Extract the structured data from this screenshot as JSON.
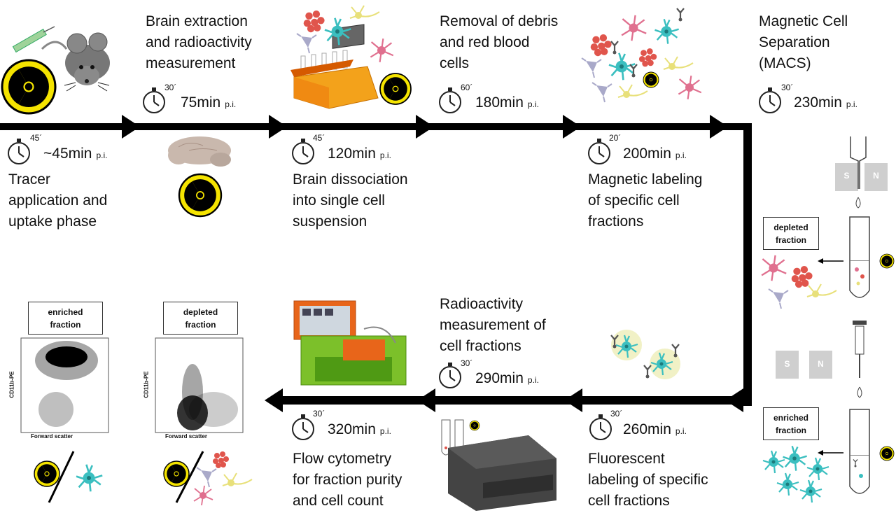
{
  "steps": {
    "tracer": {
      "time": "~45min",
      "suffix": "p.i.",
      "clock": "45´",
      "lines": [
        "Tracer",
        "application and",
        "uptake phase"
      ]
    },
    "brain_extraction": {
      "time": "75min",
      "suffix": "p.i.",
      "clock": "30´",
      "lines": [
        "Brain extraction",
        "and radioactivity",
        "measurement"
      ]
    },
    "dissociation": {
      "time": "120min",
      "suffix": "p.i.",
      "clock": "45´",
      "lines": [
        "Brain dissociation",
        "into single cell",
        "suspension"
      ]
    },
    "debris": {
      "time": "180min",
      "suffix": "p.i.",
      "clock": "60´",
      "lines": [
        "Removal of debris",
        "and red blood",
        "cells"
      ]
    },
    "magnetic_label": {
      "time": "200min",
      "suffix": "p.i.",
      "clock": "20´",
      "lines": [
        "Magnetic labeling",
        "of specific cell",
        "fractions"
      ]
    },
    "macs": {
      "time": "230min",
      "suffix": "p.i.",
      "clock": "30´",
      "lines": [
        "Magnetic Cell",
        "Separation",
        "(MACS)"
      ]
    },
    "fluorescent": {
      "time": "260min",
      "suffix": "p.i.",
      "clock": "30´",
      "lines": [
        "Fluorescent",
        "labeling of specific",
        "cell fractions"
      ]
    },
    "radio_fraction": {
      "time": "290min",
      "suffix": "p.i.",
      "clock": "30´",
      "lines": [
        "Radioactivity",
        "measurement of",
        "cell fractions"
      ]
    },
    "flow": {
      "time": "320min",
      "suffix": "p.i.",
      "clock": "30´",
      "lines": [
        "Flow cytometry",
        "for fraction purity",
        "and cell count"
      ]
    }
  },
  "boxes": {
    "depleted_right": "depleted\nfraction",
    "enriched_right": "enriched\nfraction",
    "enriched_plot": "enriched\nfraction",
    "depleted_plot": "depleted\nfraction"
  },
  "magnets": {
    "s": "S",
    "n": "N"
  },
  "plots": {
    "ylabel": "CD11b-PE",
    "xlabel": "Forward scatter"
  },
  "colors": {
    "arrow": "#000000",
    "radiation": "#f5e400",
    "microglia": "#3bbfc0",
    "neuron": "#e8e07a",
    "astro": "#e0708f",
    "rbc": "#e0554c"
  },
  "icons": [
    "radiation-icon",
    "mouse-icon",
    "syringe-icon",
    "clock-icon",
    "brain-icon",
    "dissociator-icon",
    "cells-icon",
    "magnet-icon",
    "tube-icon",
    "gamma-counter-icon",
    "flow-cytometer-icon"
  ]
}
